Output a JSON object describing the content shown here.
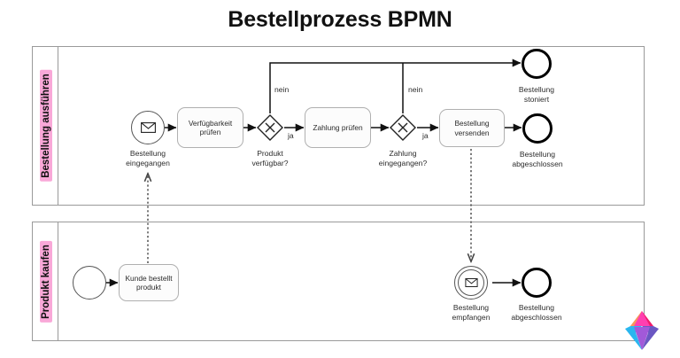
{
  "title": "Bestellprozess BPMN",
  "pools": [
    {
      "id": "pool-top",
      "label": "Bestellung ausführen"
    },
    {
      "id": "pool-bottom",
      "label": "Produkt kaufen"
    }
  ],
  "top_lane": {
    "start_event": {
      "label_line1": "Bestellung",
      "label_line2": "eingegangen",
      "icon": "envelope-icon"
    },
    "tasks": [
      {
        "id": "task-verfuegbarkeit",
        "line1": "Verfügbarkeit",
        "line2": "prüfen"
      },
      {
        "id": "task-zahlung",
        "line1": "Zahlung prüfen",
        "line2": ""
      },
      {
        "id": "task-versenden",
        "line1": "Bestellung",
        "line2": "versenden"
      }
    ],
    "gateways": [
      {
        "id": "gateway-produkt",
        "label_line1": "Produkt",
        "label_line2": "verfügbar?",
        "yes": "ja",
        "no": "nein"
      },
      {
        "id": "gateway-zahlung",
        "label_line1": "Zahlung",
        "label_line2": "eingegangen?",
        "yes": "ja",
        "no": "nein"
      }
    ],
    "end_events": [
      {
        "id": "end-storniert",
        "label_line1": "Bestellung",
        "label_line2": "stoniert"
      },
      {
        "id": "end-abgeschlossen",
        "label_line1": "Bestellung",
        "label_line2": "abgeschlossen"
      }
    ]
  },
  "bottom_lane": {
    "start_event": {
      "label_line1": "",
      "label_line2": ""
    },
    "task": {
      "id": "task-kunde-bestellt",
      "line1": "Kunde bestellt",
      "line2": "produkt"
    },
    "intermediate_event": {
      "label_line1": "Bestellung",
      "label_line2": "empfangen",
      "icon": "envelope-icon"
    },
    "end_event": {
      "label_line1": "Bestellung",
      "label_line2": "abgeschlossen"
    }
  },
  "colors": {
    "lane_label_highlight": "#f9a8d8",
    "pool_border": "#9a9a9a",
    "task_border": "#b0b0b0",
    "flow_stroke": "#111111",
    "message_flow_stroke": "#444444"
  },
  "logo": {
    "name": "gamma-gem-logo"
  }
}
